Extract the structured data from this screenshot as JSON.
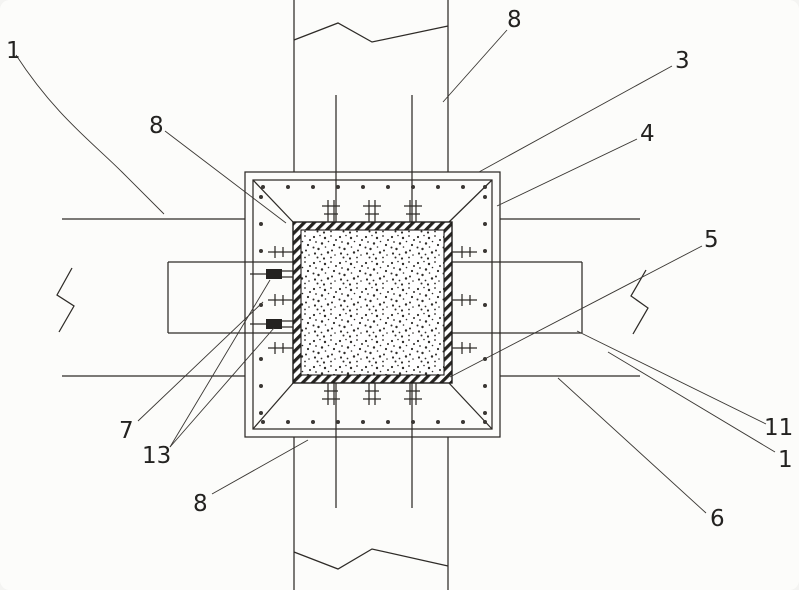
{
  "page": {
    "kind": "structural joint detail drawing",
    "ink_color": "#2e2b27",
    "background_color": "#fcfcfa"
  },
  "labels": {
    "part1_top_left": "1",
    "part8_top": "8",
    "part3": "3",
    "part4": "4",
    "part5": "5",
    "part8_left": "8",
    "part7": "7",
    "part13": "13",
    "part8_bottom": "8",
    "part6": "6",
    "part11": "11",
    "part1_right": "1"
  }
}
